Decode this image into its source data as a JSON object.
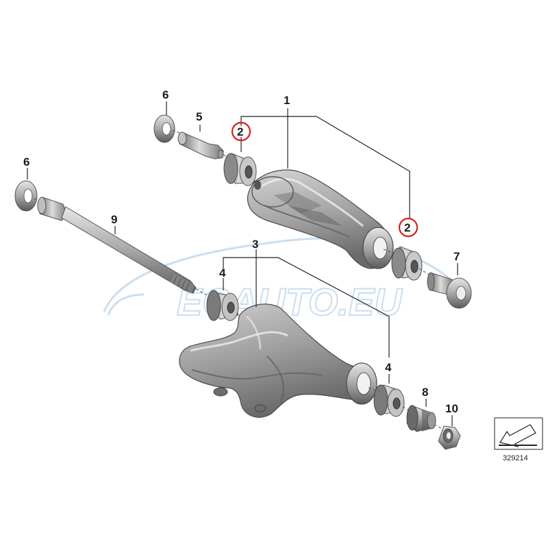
{
  "labels": {
    "p1": "1",
    "p2a": "2",
    "p2b": "2",
    "p3": "3",
    "p4a": "4",
    "p4b": "4",
    "p5": "5",
    "p6a": "6",
    "p6b": "6",
    "p7": "7",
    "p8": "8",
    "p9": "9",
    "p10": "10"
  },
  "watermark": "ECAUTO.EU",
  "reference_number": "329214",
  "colors": {
    "metal_dark": "#5f5f5f",
    "metal_mid": "#9a9a9a",
    "metal_light": "#d8d8d8",
    "highlight_circle": "#d61f1f",
    "watermark": "#9fc3e4"
  }
}
